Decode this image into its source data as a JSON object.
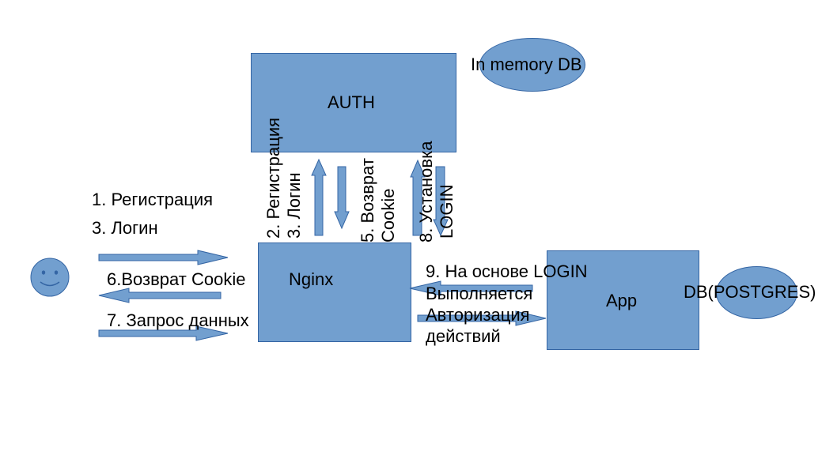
{
  "nodes": {
    "auth": "AUTH",
    "in_memory_db": "In memory DB",
    "nginx": "Nginx",
    "app": "App",
    "db_postgres": "DB(POSTGRES)"
  },
  "labels": {
    "client_1": "1. Регистрация",
    "client_3": "3. Логин",
    "client_6": "6.Возврат Cookie",
    "client_7": "7. Запрос данных",
    "auth_2": "2. Регистрация",
    "auth_3": "3. Логин",
    "auth_5a": "5. Возврат",
    "auth_5b": "Cookie",
    "auth_8a": "8. Установка",
    "auth_8b": "LOGIN",
    "app_9a": "9. На основе LOGIN",
    "app_9b": "Выполняется",
    "app_9c": "Авторизация",
    "app_9d": "действий"
  },
  "colors": {
    "shape_fill": "#729fcf",
    "shape_stroke": "#3465a4"
  },
  "icons": {
    "user": "smiley-face-icon"
  }
}
